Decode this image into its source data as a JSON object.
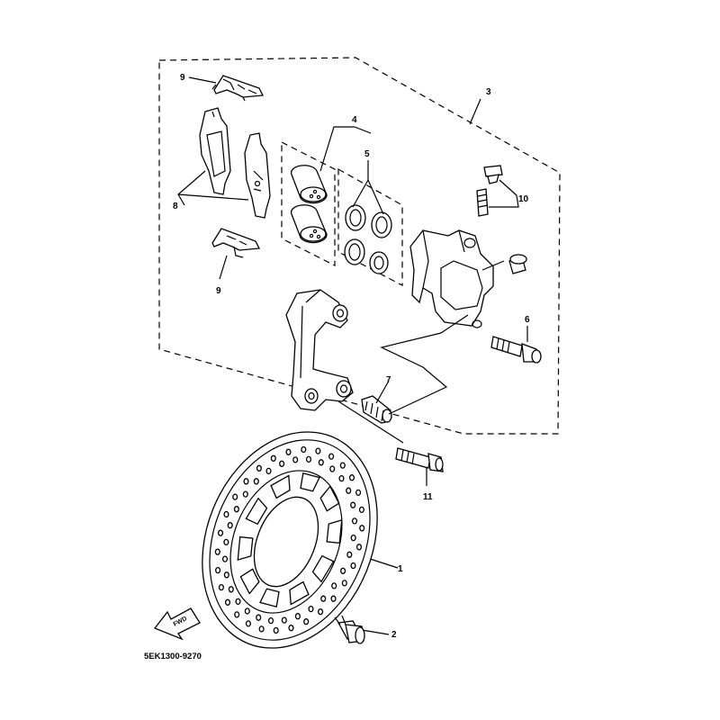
{
  "diagram": {
    "catalog_code": "5EK1300-9270",
    "fwd_arrow_text": "FWD",
    "callouts": [
      {
        "id": "c1",
        "text": "1"
      },
      {
        "id": "c2",
        "text": "2"
      },
      {
        "id": "c3",
        "text": "3"
      },
      {
        "id": "c4",
        "text": "4"
      },
      {
        "id": "c5",
        "text": "5"
      },
      {
        "id": "c6",
        "text": "6"
      },
      {
        "id": "c7",
        "text": "7"
      },
      {
        "id": "c8",
        "text": "8"
      },
      {
        "id": "c9a",
        "text": "9"
      },
      {
        "id": "c9b",
        "text": "9"
      },
      {
        "id": "c10",
        "text": "10"
      },
      {
        "id": "c11",
        "text": "11"
      }
    ]
  }
}
